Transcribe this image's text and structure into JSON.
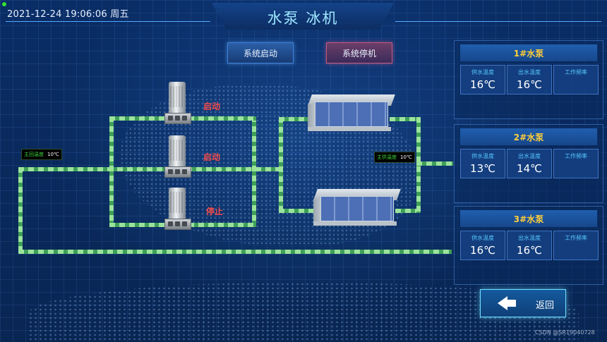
{
  "header": {
    "datetime": "2021-12-24 19:06:06 周五",
    "title": "水泵 冰机"
  },
  "controls": {
    "start_label": "系统启动",
    "stop_label": "系统停机"
  },
  "pumps": [
    {
      "status": "启动"
    },
    {
      "status": "启动"
    },
    {
      "status": "停止"
    }
  ],
  "gauges": {
    "return_temp": {
      "label": "主回温度",
      "value": "10℃"
    },
    "supply_temp": {
      "label": "主供温度",
      "value": "10℃"
    }
  },
  "panels": [
    {
      "title": "1#水泵",
      "supply_label": "供水温度",
      "supply_value": "16℃",
      "out_label": "出水温度",
      "out_value": "16℃",
      "freq_label": "工作频率",
      "freq_value": ""
    },
    {
      "title": "2#水泵",
      "supply_label": "供水温度",
      "supply_value": "13℃",
      "out_label": "出水温度",
      "out_value": "14℃",
      "freq_label": "工作频率",
      "freq_value": ""
    },
    {
      "title": "3#水泵",
      "supply_label": "供水温度",
      "supply_value": "16℃",
      "out_label": "出水温度",
      "out_value": "16℃",
      "freq_label": "工作频率",
      "freq_value": ""
    }
  ],
  "back_label": "返回",
  "watermark": "CSDN @SR19040728",
  "colors": {
    "background": "#0b2c66",
    "title": "#9fe7ff",
    "status_red": "#f14a4a",
    "panel_title": "#ffcf3a",
    "pipe_green": "#9be39b"
  }
}
